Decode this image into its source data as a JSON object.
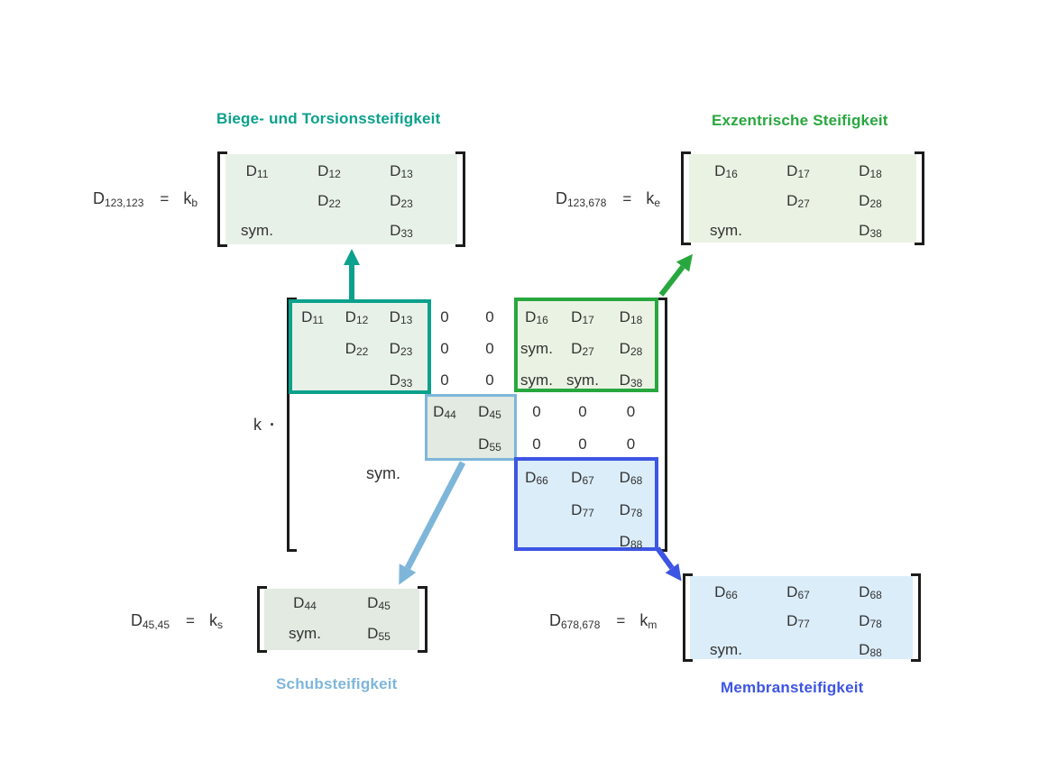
{
  "colors": {
    "teal": "#0BA18C",
    "green": "#28A73E",
    "lblue": "#7EB6DA",
    "blue": "#3D55E3",
    "fillA": "#E8F1E8",
    "fillB": "#EAF3E3",
    "fillC": "#E2EAE1",
    "fillD": "#DBEDF9",
    "bracket": "#1C1C1C",
    "text": "#333333"
  },
  "titles": {
    "bending": "Biege- und Torsionssteifigkeit",
    "eccentric": "Exzentrische Steifigkeit",
    "shear": "Schubsteifigkeit",
    "membrane": "Membransteifigkeit"
  },
  "equations": {
    "bending": {
      "d": "D",
      "sub": "123,123",
      "eq": "=",
      "k": "k",
      "ksub": "b"
    },
    "eccentric": {
      "d": "D",
      "sub": "123,678",
      "eq": "=",
      "k": "k",
      "ksub": "e"
    },
    "shear": {
      "d": "D",
      "sub": "45,45",
      "eq": "=",
      "k": "k",
      "ksub": "s"
    },
    "membrane": {
      "d": "D",
      "sub": "678,678",
      "eq": "=",
      "k": "k",
      "ksub": "m"
    }
  },
  "central": {
    "k": "k",
    "dot": "·",
    "sym": "sym.",
    "cells": [
      [
        "D11",
        "D12",
        "D13",
        "0",
        "0",
        "D16",
        "D17",
        "D18"
      ],
      [
        "",
        "D22",
        "D23",
        "0",
        "0",
        "sym.",
        "D27",
        "D28"
      ],
      [
        "",
        "",
        "D33",
        "0",
        "0",
        "sym.",
        "sym.",
        "D38"
      ],
      [
        "",
        "",
        "",
        "D44",
        "D45",
        "0",
        "0",
        "0"
      ],
      [
        "",
        "",
        "",
        "",
        "D55",
        "0",
        "0",
        "0"
      ],
      [
        "",
        "",
        "",
        "",
        "",
        "D66",
        "D67",
        "D68"
      ],
      [
        "",
        "",
        "",
        "",
        "",
        "",
        "D77",
        "D78"
      ],
      [
        "",
        "",
        "",
        "",
        "",
        "",
        "",
        "D88"
      ]
    ]
  },
  "matrices": {
    "bending": [
      [
        "D11",
        "D12",
        "D13"
      ],
      [
        "",
        "D22",
        "D23"
      ],
      [
        "sym.",
        "",
        "D33"
      ]
    ],
    "eccentric": [
      [
        "D16",
        "D17",
        "D18"
      ],
      [
        "",
        "D27",
        "D28"
      ],
      [
        "sym.",
        "",
        "D38"
      ]
    ],
    "shear": [
      [
        "D44",
        "D45"
      ],
      [
        "sym.",
        "D55"
      ]
    ],
    "membrane": [
      [
        "D66",
        "D67",
        "D68"
      ],
      [
        "",
        "D77",
        "D78"
      ],
      [
        "sym.",
        "",
        "D88"
      ]
    ]
  }
}
